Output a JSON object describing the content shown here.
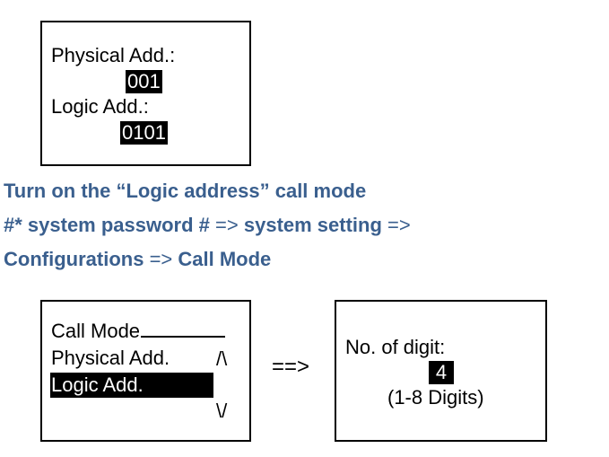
{
  "address_screen": {
    "physical_label": "Physical Add.:",
    "physical_value": "001",
    "logic_label": "Logic Add.:",
    "logic_value": "0101"
  },
  "instructions": {
    "heading": "Turn on the “Logic address” call mode",
    "line2_part1": "#* system password #",
    "line2_sep1": "=>",
    "line2_part2": "system setting",
    "line2_sep2": "=>",
    "line3_part1": "Configurations",
    "line3_sep": "=>",
    "line3_part2": "Call Mode"
  },
  "call_mode_screen": {
    "title": "Call Mode",
    "option_physical": "Physical Add.",
    "option_logic": "Logic Add.",
    "up_arrow": "/\\",
    "down_arrow": "\\/"
  },
  "transition_arrow": "==>",
  "digit_screen": {
    "label": "No. of digit:",
    "value": "4",
    "range": "(1-8 Digits)"
  }
}
